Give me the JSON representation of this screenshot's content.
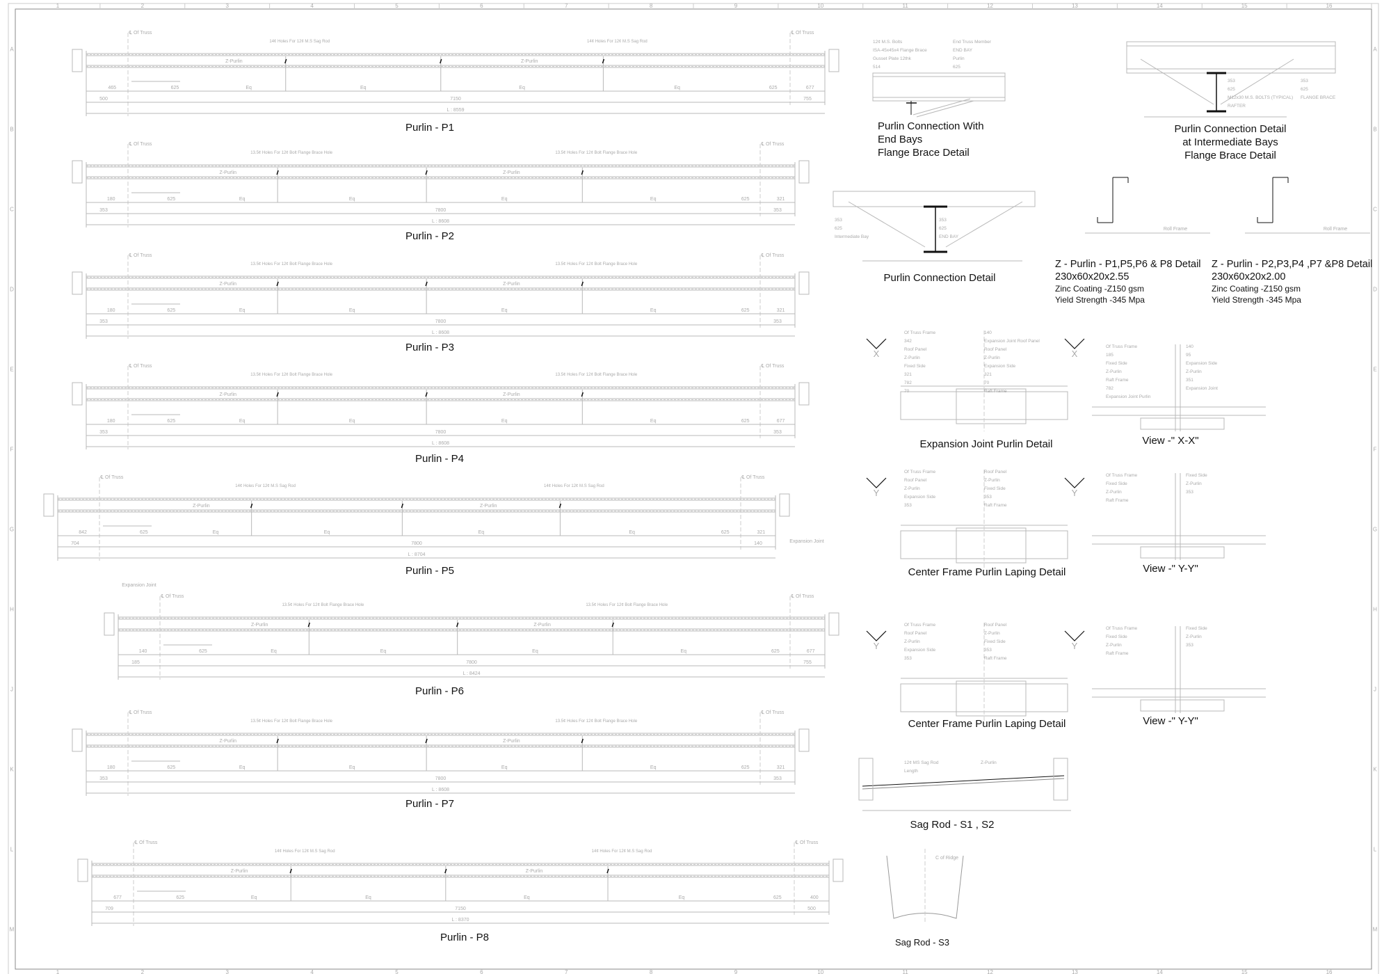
{
  "sheet": {
    "column_numbers": [
      "1",
      "2",
      "3",
      "4",
      "5",
      "6",
      "7",
      "8",
      "9",
      "10",
      "11",
      "12",
      "13",
      "14",
      "15",
      "16"
    ],
    "row_letters": [
      "A",
      "B",
      "C",
      "D",
      "E",
      "F",
      "G",
      "H",
      "J",
      "K",
      "L",
      "M"
    ]
  },
  "purlins": [
    {
      "title": "Purlin - P1",
      "label": "Z-Purlin",
      "truss": "Of Truss",
      "hole_note": "14¢ Holes For 12¢ M.S Sag Rod",
      "dims": [
        "465",
        "625",
        "Eq",
        "Eq",
        "Eq",
        "Eq",
        "625",
        "677"
      ],
      "total": "7150",
      "length": "L : 8559",
      "end_left": "500",
      "end_right": "755"
    },
    {
      "title": "Purlin - P2",
      "label": "Z-Purlin",
      "truss": "Of Truss",
      "hole_note": "13.5¢ Holes For 12¢ Bolt Flange Brace Hole",
      "dims": [
        "180",
        "625",
        "Eq",
        "Eq",
        "Eq",
        "Eq",
        "625",
        "321"
      ],
      "total": "7800",
      "length": "L : 8608",
      "end_left": "353",
      "end_right": "353"
    },
    {
      "title": "Purlin - P3",
      "label": "Z-Purlin",
      "truss": "Of Truss",
      "hole_note": "13.5¢ Holes For 12¢ Bolt Flange Brace Hole",
      "dims": [
        "180",
        "625",
        "Eq",
        "Eq",
        "Eq",
        "Eq",
        "625",
        "321"
      ],
      "total": "7800",
      "length": "L : 8608",
      "end_left": "353",
      "end_right": "353"
    },
    {
      "title": "Purlin - P4",
      "label": "Z-Purlin",
      "truss": "Of Truss",
      "hole_note": "13.5¢ Holes For 12¢ Bolt Flange Brace Hole",
      "dims": [
        "180",
        "625",
        "Eq",
        "Eq",
        "Eq",
        "Eq",
        "625",
        "677"
      ],
      "total": "7800",
      "length": "L : 8608",
      "end_left": "353",
      "end_right": "353"
    },
    {
      "title": "Purlin - P5",
      "label": "Z-Purlin",
      "truss": "Of Truss",
      "hole_note": "14¢ Holes For 12¢ M.S Sag Rod",
      "dims": [
        "842",
        "625",
        "Eq",
        "Eq",
        "Eq",
        "Eq",
        "625",
        "321"
      ],
      "total": "7800",
      "length": "L : 8704",
      "end_left": "704",
      "end_right": "140",
      "extra": "Expansion Joint"
    },
    {
      "title": "Purlin - P6",
      "label": "Z-Purlin",
      "truss": "Of Truss",
      "hole_note": "13.5¢ Holes For 12¢ Bolt Flange Brace Hole",
      "dims": [
        "140",
        "625",
        "Eq",
        "Eq",
        "Eq",
        "Eq",
        "625",
        "677"
      ],
      "total": "7800",
      "length": "L : 8424",
      "end_left": "185",
      "end_right": "755",
      "extra": "Expansion Joint"
    },
    {
      "title": "Purlin - P7",
      "label": "Z-Purlin",
      "truss": "Of Truss",
      "hole_note": "13.5¢ Holes For 12¢ Bolt Flange Brace Hole",
      "dims": [
        "180",
        "625",
        "Eq",
        "Eq",
        "Eq",
        "Eq",
        "625",
        "321"
      ],
      "total": "7800",
      "length": "L : 8608",
      "end_left": "353",
      "end_right": "353"
    },
    {
      "title": "Purlin - P8",
      "label": "Z-Purlin",
      "truss": "Of Truss",
      "hole_note": "14¢ Holes For 12¢ M.S Sag Rod",
      "dims": [
        "677",
        "625",
        "Eq",
        "Eq",
        "Eq",
        "Eq",
        "625",
        "400"
      ],
      "total": "7150",
      "length": "L : 8370",
      "end_left": "709",
      "end_right": "500"
    }
  ],
  "details": {
    "end_bay": {
      "lines": [
        "Purlin Connection With",
        "End Bays",
        "Flange Brace Detail"
      ],
      "labels": [
        "12¢ M.S. Bolts",
        "End Truss Member",
        "ISA-45x45x4 Flange Brace",
        "END BAY",
        "Gusset Plate 12thk",
        "Purlin",
        "514",
        "625"
      ]
    },
    "intermediate": {
      "lines": [
        "Purlin Connection Detail",
        "at Intermediate Bays",
        "Flange Brace Detail"
      ],
      "labels": [
        "353",
        "353",
        "625",
        "625",
        "M12x30 M.S. BOLTS (TYPICAL)",
        "FLANGE BRACE",
        "RAFTER"
      ]
    },
    "connection": {
      "title": "Purlin Connection Detail",
      "labels": [
        "353",
        "353",
        "625",
        "625",
        "Intermediate Bay",
        "END BAY"
      ]
    },
    "z_p1": {
      "title": "Z - Purlin - P1,P5,P6 & P8 Detail",
      "size": "230x60x20x2.55",
      "coating": "Zinc Coating -Z150 gsm",
      "yield": "Yield Strength -345 Mpa",
      "label": "Roll Frame"
    },
    "z_p2": {
      "title": "Z - Purlin - P2,P3,P4 ,P7 &P8 Detail",
      "size": "230x60x20x2.00",
      "coating": "Zinc Coating -Z150 gsm",
      "yield": "Yield Strength -345 Mpa",
      "label": "Roll Frame"
    },
    "expansion": {
      "title": "Expansion Joint Purlin Detail",
      "labels": [
        "Of Truss Frame",
        "140",
        "342",
        "Expansion Joint Roof Panel",
        "Roof Panel",
        "Roof Panel",
        "Z-Purlin",
        "Z-Purlin",
        "Fixed Side",
        "Expansion Side",
        "321",
        "321",
        "782",
        "70",
        "70",
        "Raft Frame"
      ],
      "section": "X"
    },
    "view_xx": {
      "title": "View -\" X-X\"",
      "labels": [
        "Of Truss Frame",
        "140",
        "185",
        "95",
        "Fixed Side",
        "Expansion Side",
        "Z-Purlin",
        "Z-Purlin",
        "Raft Frame",
        "351",
        "782",
        "Expansion Joint",
        "Expansion Joint Purlin"
      ]
    },
    "center1": {
      "title": "Center Frame Purlin Laping Detail",
      "labels": [
        "Of Truss Frame",
        "Roof Panel",
        "Roof Panel",
        "Z-Purlin",
        "Z-Purlin",
        "Fixed Side",
        "Expansion Side",
        "353",
        "353",
        "Raft Frame"
      ],
      "section": "Y"
    },
    "view_yy1": {
      "title": "View -\" Y-Y\"",
      "labels": [
        "Of Truss Frame",
        "Fixed Side",
        "Fixed Side",
        "Z-Purlin",
        "Z-Purlin",
        "353",
        "Raft Frame"
      ]
    },
    "center2": {
      "title": "Center Frame Purlin Laping Detail",
      "labels": [
        "Of Truss Frame",
        "Roof Panel",
        "Roof Panel",
        "Z-Purlin",
        "Z-Purlin",
        "Fixed Side",
        "Expansion Side",
        "353",
        "353",
        "Raft Frame"
      ],
      "section": "Y"
    },
    "view_yy2": {
      "title": "View -\" Y-Y\"",
      "labels": [
        "Of Truss Frame",
        "Fixed Side",
        "Fixed Side",
        "Z-Purlin",
        "Z-Purlin",
        "353",
        "Raft Frame"
      ]
    },
    "sag12": {
      "title": "Sag Rod - S1 , S2",
      "labels": [
        "12¢ MS Sag Rod",
        "Z-Purlin",
        "Length"
      ]
    },
    "sag3": {
      "title": "Sag Rod - S3",
      "labels": [
        "C of Ridge"
      ]
    }
  },
  "colors": {
    "line": "#b8b8b8",
    "heavy": "#111111",
    "text": "#111111",
    "faint": "#aaaaaa"
  }
}
